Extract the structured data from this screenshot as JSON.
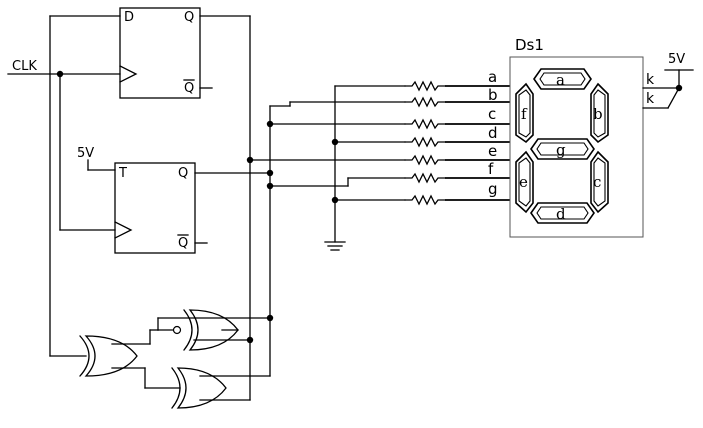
{
  "labels": {
    "clk": "CLK",
    "dff_d": "D",
    "dff_q": "Q",
    "dff_qbar": "Q",
    "vcc_left": "5V",
    "tff_t": "T",
    "tff_q": "Q",
    "tff_qbar": "Q",
    "display_name": "Ds1",
    "vcc_right": "5V",
    "cathode_1": "k",
    "cathode_2": "k"
  },
  "display_pins": [
    "a",
    "b",
    "c",
    "d",
    "e",
    "f",
    "g"
  ],
  "segments": {
    "a": "a",
    "b": "b",
    "c": "c",
    "d": "d",
    "e": "e",
    "f": "f",
    "g": "g"
  }
}
